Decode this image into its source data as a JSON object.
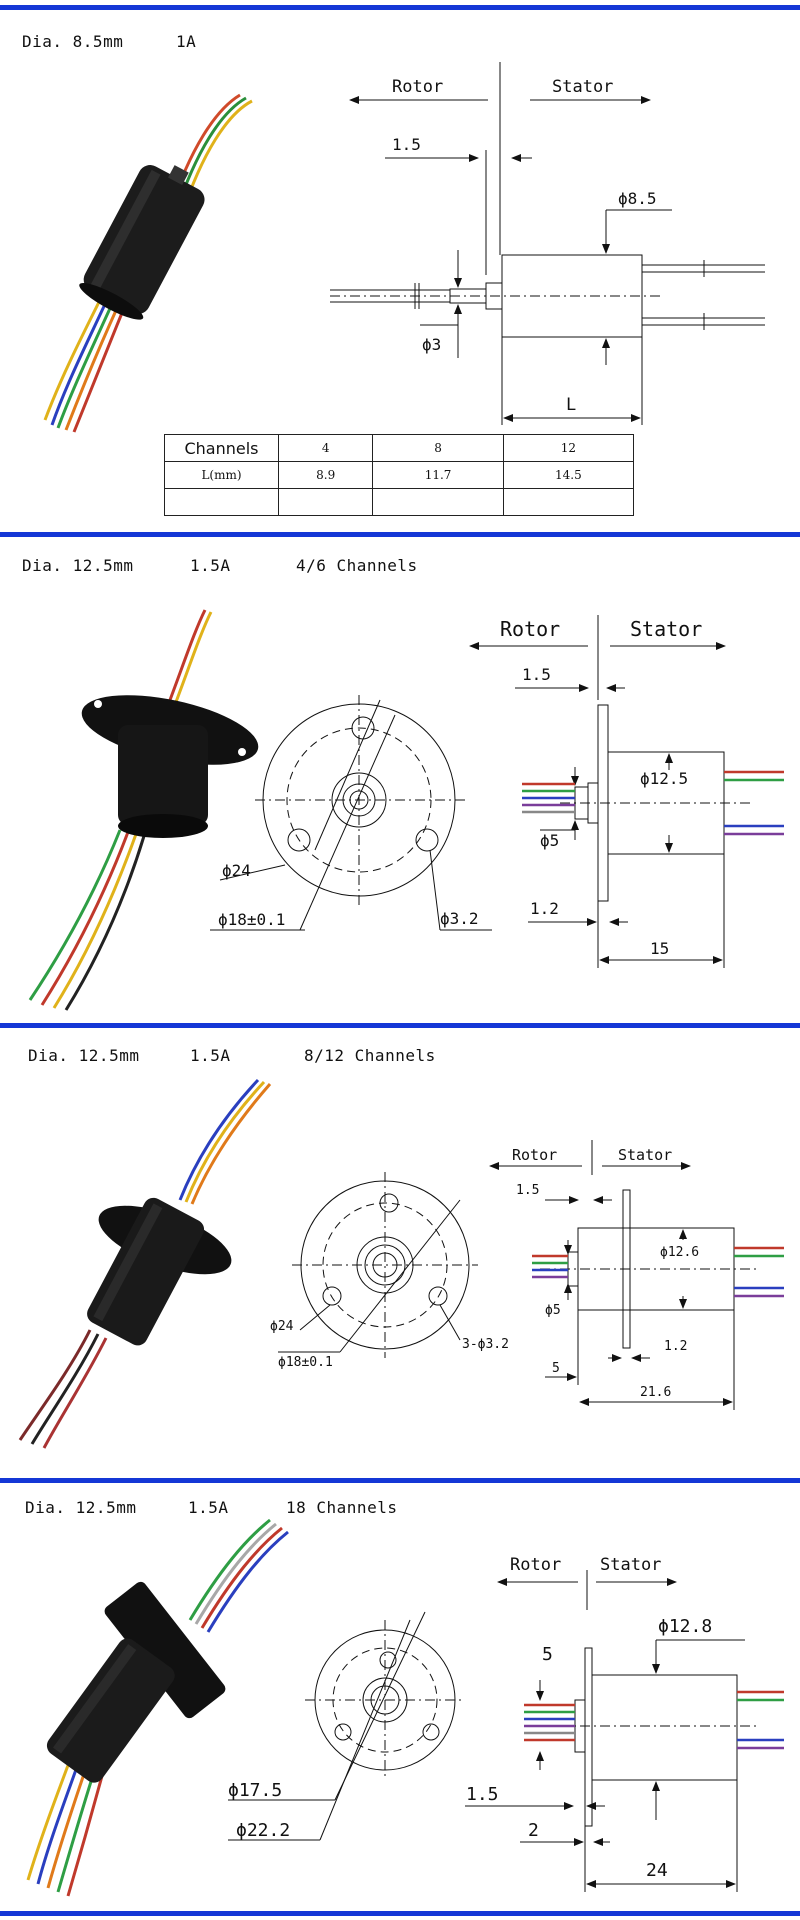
{
  "sections": [
    {
      "header": {
        "dia": "Dia. 8.5mm",
        "current": "1A",
        "channels": ""
      },
      "labels": {
        "rotor": "Rotor",
        "stator": "Stator",
        "shoulder": "1.5",
        "outer_dia": "ϕ8.5",
        "shaft_dia": "ϕ3",
        "length": "L"
      },
      "table": {
        "row1_label": "Channels",
        "row1": [
          "4",
          "8",
          "12"
        ],
        "row2_label": "L(mm)",
        "row2": [
          "8.9",
          "11.7",
          "14.5"
        ]
      }
    },
    {
      "header": {
        "dia": "Dia. 12.5mm",
        "current": "1.5A",
        "channels": "4/6 Channels"
      },
      "labels": {
        "rotor": "Rotor",
        "stator": "Stator",
        "shoulder": "1.5",
        "flange_t": "1.2",
        "outer_dia": "ϕ12.5",
        "shaft_dia": "ϕ5",
        "length": "15",
        "flange_dia": "ϕ24",
        "pcd": "ϕ18±0.1",
        "hole": "ϕ3.2"
      }
    },
    {
      "header": {
        "dia": "Dia. 12.5mm",
        "current": "1.5A",
        "channels": "8/12 Channels"
      },
      "labels": {
        "rotor": "Rotor",
        "stator": "Stator",
        "shoulder": "1.5",
        "flange_t": "1.2",
        "outer_dia": "ϕ12.6",
        "shaft_dia": "ϕ5",
        "rotor_len": "5",
        "length": "21.6",
        "flange_dia": "ϕ24",
        "pcd": "ϕ18±0.1",
        "hole": "3-ϕ3.2"
      }
    },
    {
      "header": {
        "dia": "Dia. 12.5mm",
        "current": "1.5A",
        "channels": "18 Channels"
      },
      "labels": {
        "rotor": "Rotor",
        "stator": "Stator",
        "shaft_len": "5",
        "outer_dia": "ϕ12.8",
        "shoulder": "1.5",
        "flange_t": "2",
        "length": "24",
        "pcd": "ϕ17.5",
        "flange_dia": "ϕ22.2"
      }
    }
  ],
  "colors": {
    "rule": "#1437d6",
    "wire_red": "#c0392b",
    "wire_green": "#2e9e44",
    "wire_blue": "#2a3fbf",
    "wire_purple": "#7a3d9a",
    "wire_yellow": "#e0b21a",
    "wire_orange": "#e07a1a"
  }
}
